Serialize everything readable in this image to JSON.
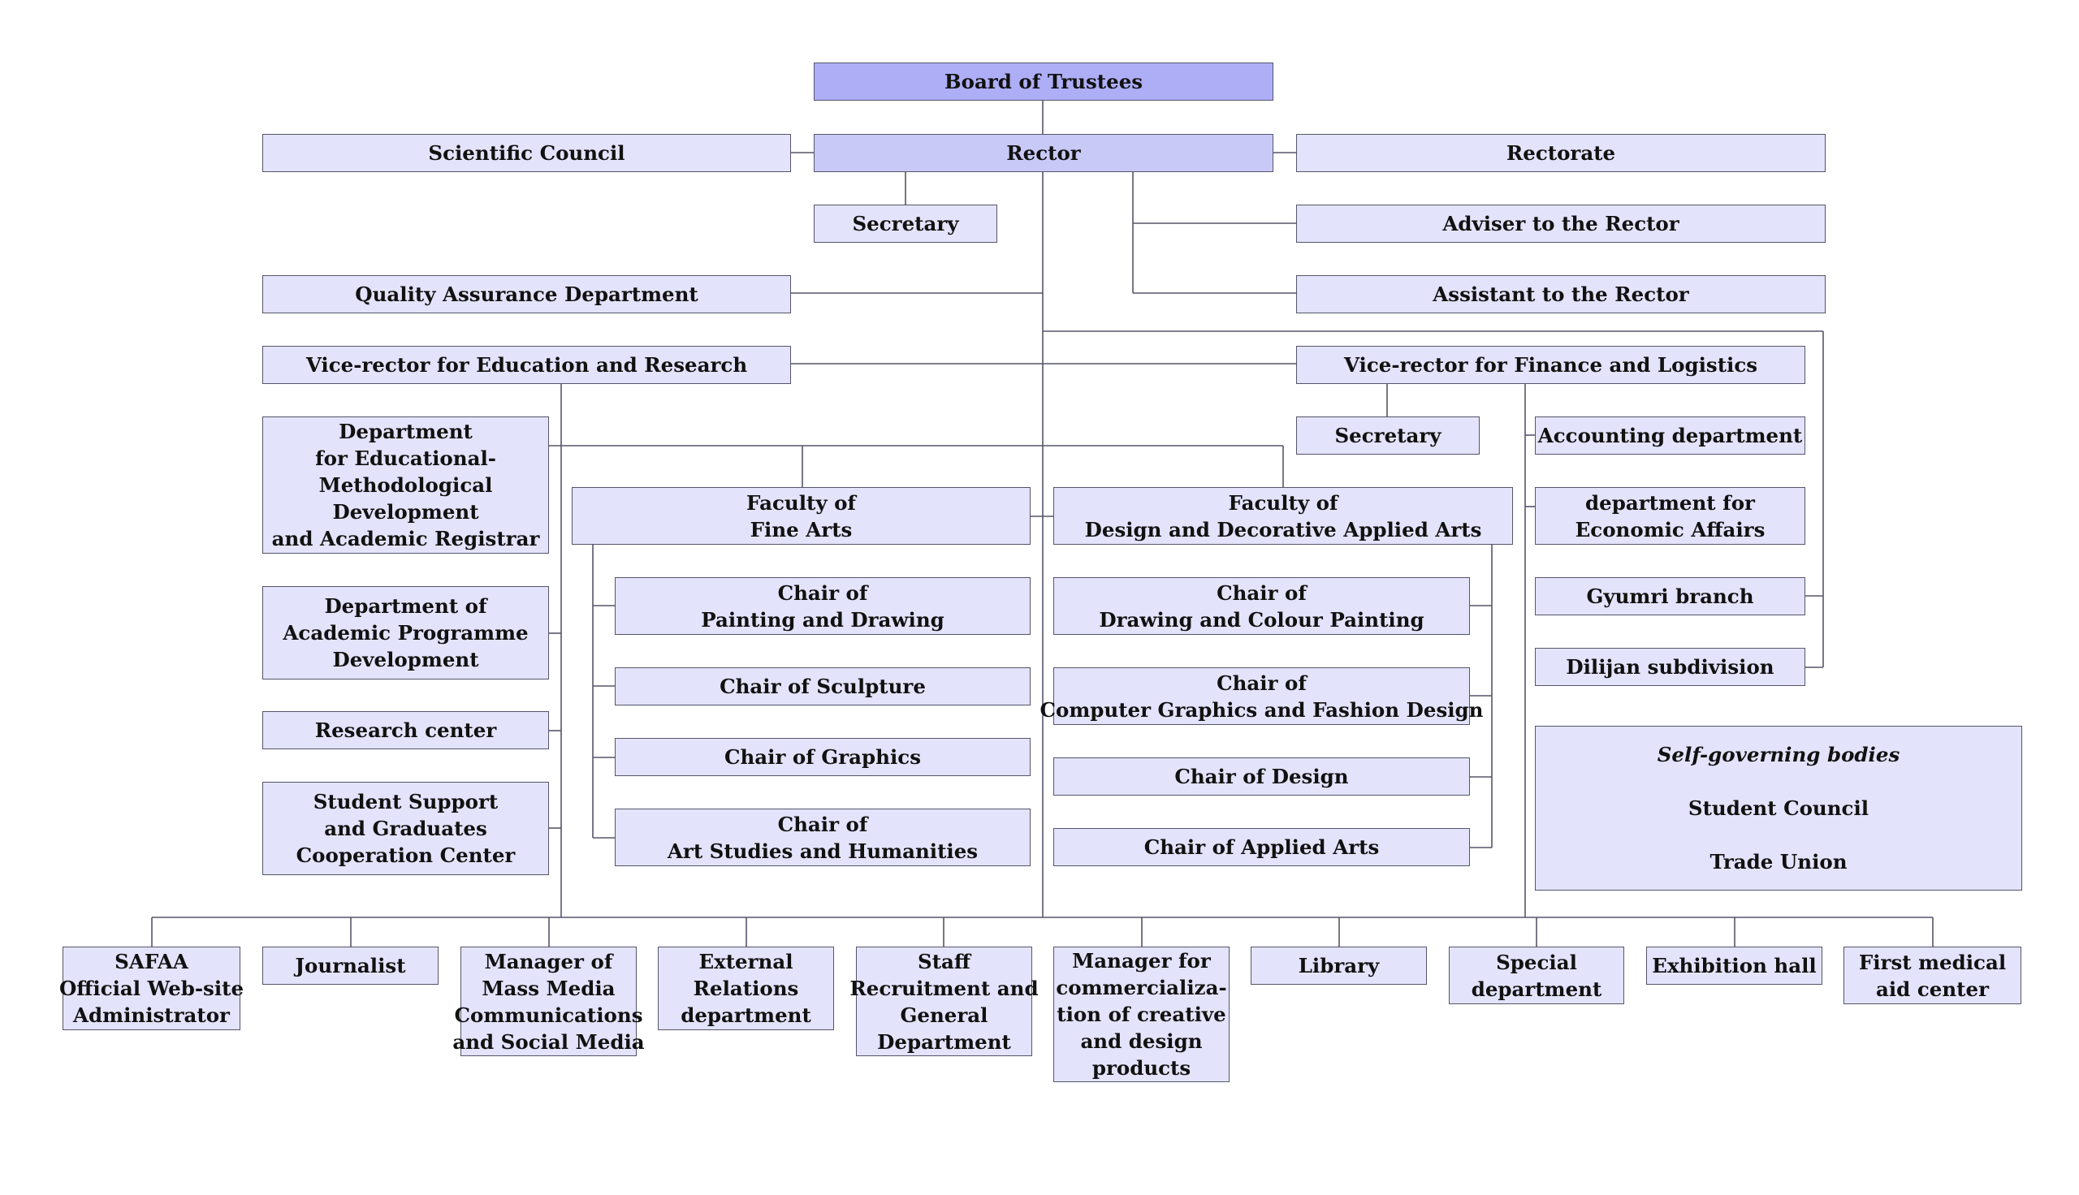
{
  "org_chart": {
    "board": [
      "Board of Trustees"
    ],
    "scientific_council": [
      "Scientific Council"
    ],
    "rector": [
      "Rector"
    ],
    "rectorate": [
      "Rectorate"
    ],
    "secretary_rector": [
      "Secretary"
    ],
    "adviser": [
      "Adviser to the Rector"
    ],
    "assistant": [
      "Assistant to the Rector"
    ],
    "quality": [
      "Quality Assurance Department"
    ],
    "vr_edu": [
      "Vice-rector for Education and Research"
    ],
    "vr_fin": [
      "Vice-rector for Finance and Logistics"
    ],
    "secretary_fin": [
      "Secretary"
    ],
    "accounting": [
      "Accounting department"
    ],
    "econ": [
      "department for",
      "Economic Affairs"
    ],
    "gyumri": [
      "Gyumri branch"
    ],
    "dilijan": [
      "Dilijan subdivision"
    ],
    "dept_edu": [
      "Department",
      "for Educational-",
      "Methodological",
      "Development",
      "and Academic Registrar"
    ],
    "dept_prog": [
      "Department of",
      "Academic Programme",
      "Development"
    ],
    "research": [
      "Research center"
    ],
    "student_support": [
      "Student Support",
      "and Graduates",
      "Cooperation Center"
    ],
    "fac_fine": [
      "Faculty of",
      "Fine Arts"
    ],
    "fac_design": [
      "Faculty of",
      "Design and Decorative Applied Arts"
    ],
    "chair_painting": [
      "Chair of",
      "Painting and Drawing"
    ],
    "chair_sculpture": [
      "Chair of Sculpture"
    ],
    "chair_graphics": [
      "Chair of Graphics"
    ],
    "chair_art": [
      "Chair of",
      "Art Studies and Humanities"
    ],
    "chair_drawing": [
      "Chair of",
      "Drawing and Colour Painting"
    ],
    "chair_computer": [
      "Chair of",
      "Computer Graphics and Fashion Design"
    ],
    "chair_design": [
      "Chair of Design"
    ],
    "chair_applied": [
      "Chair of Applied Arts"
    ],
    "self_gov": [
      "Self-governing bodies",
      "Student Council",
      "Trade Union"
    ],
    "safaa": [
      "SAFAA",
      "Official Web-site",
      "Administrator"
    ],
    "journalist": [
      "Journalist"
    ],
    "mass_media": [
      "Manager of",
      "Mass Media",
      "Communications",
      "and Social Media"
    ],
    "external": [
      "External",
      "Relations",
      "department"
    ],
    "staff": [
      "Staff",
      "Recruitment and",
      "General",
      "Department"
    ],
    "commercial": [
      "Manager for",
      "commercializa-",
      "tion of creative",
      "and design",
      "products"
    ],
    "library": [
      "Library"
    ],
    "special": [
      "Special",
      "department"
    ],
    "exhibition": [
      "Exhibition hall"
    ],
    "first_aid": [
      "First medical",
      "aid center"
    ]
  }
}
